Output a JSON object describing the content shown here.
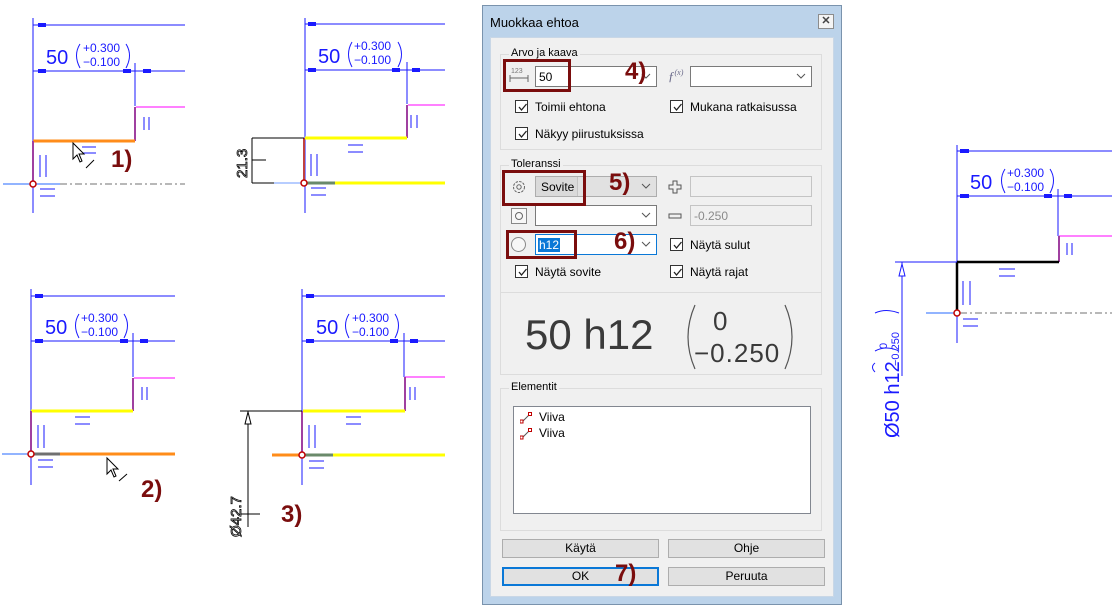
{
  "drawings": {
    "dimension_value": "50",
    "tol_upper": "+0.300",
    "tol_lower": "−0.100",
    "panel2_vertical_dim": "21.3",
    "panel3_diameter_dim": "Ø42.7",
    "result_diameter_dim": "Ø50 h12",
    "result_tol_upper": "0",
    "result_tol_lower": "−0.250",
    "colors": {
      "dimension": "#1a1aff",
      "selected_hover": "#ff8c1a",
      "selected": "#ffff00",
      "constraint_line": "#ff80ff",
      "locked_line": "#000000",
      "callout": "#7a0d0d"
    }
  },
  "callouts": {
    "c1": "1)",
    "c2": "2)",
    "c3": "3)",
    "c4": "4)",
    "c5": "5)",
    "c6": "6)",
    "c7": "7)"
  },
  "dialog": {
    "title": "Muokkaa ehtoa",
    "close_icon": "close-icon",
    "value_group": {
      "label": "Arvo ja kaava",
      "value_icon": "dimension-123-icon",
      "value": "50",
      "formula_icon": "f(x)",
      "formula_value": "",
      "checkboxes": [
        {
          "label": "Toimii ehtona",
          "checked": true
        },
        {
          "label": "Mukana ratkaisussa",
          "checked": true
        },
        {
          "label": "Näkyy piirustuksissa",
          "checked": true
        }
      ]
    },
    "tolerance_group": {
      "label": "Toleranssi",
      "type_icon": "gear-icon",
      "type_value": "Sovite",
      "hole_icon": "hole-fit-icon",
      "hole_value": "",
      "shaft_icon": "shaft-fit-icon",
      "shaft_value": "h12",
      "plus_icon": "plus-icon",
      "upper_value": "",
      "minus_icon": "minus-icon",
      "lower_value": "-0.250",
      "checkboxes": [
        {
          "label": "Näytä sulut",
          "checked": true
        },
        {
          "label": "Näytä sovite",
          "checked": true
        },
        {
          "label": "Näytä rajat",
          "checked": true
        }
      ]
    },
    "preview": {
      "main": "50 h12",
      "upper": "0",
      "lower": "−0.250"
    },
    "elements_group": {
      "label": "Elementit",
      "items": [
        {
          "icon": "line-icon",
          "label": "Viiva"
        },
        {
          "icon": "line-icon",
          "label": "Viiva"
        }
      ]
    },
    "buttons": {
      "apply": "Käytä",
      "help": "Ohje",
      "ok": "OK",
      "cancel": "Peruuta"
    }
  }
}
